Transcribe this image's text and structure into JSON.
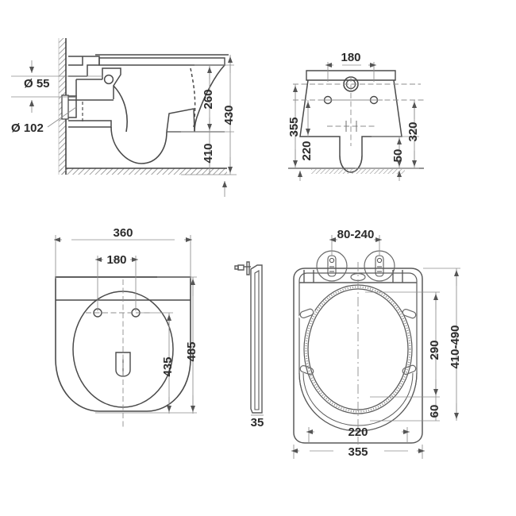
{
  "drawing": {
    "title": "Wall-hung toilet pan and seat technical drawing",
    "background_color": "#ffffff",
    "line_color": "#3a3a3a",
    "dim_line_color": "#6e6e6e",
    "text_color": "#2b2b2b",
    "units": "mm"
  },
  "views": {
    "side_section": {
      "name": "side-section-view",
      "dimensions": {
        "inlet_diameter": "Ø 55",
        "outlet_diameter": "Ø 102",
        "bowl_height": "260",
        "overall_height": "430",
        "floor_to_bowl": "410"
      }
    },
    "rear_elevation": {
      "name": "rear-elevation-view",
      "dimensions": {
        "bolt_spacing": "180",
        "total_height": "355",
        "lower_height": "220",
        "upper_height": "320",
        "base_gap": "50"
      }
    },
    "plan": {
      "name": "plan-view",
      "dimensions": {
        "width": "360",
        "bolt_spacing": "180",
        "overall_length": "485",
        "bowl_length": "435"
      }
    },
    "seat_profile": {
      "name": "seat-side-profile-view",
      "dimensions": {
        "thickness": "35"
      }
    },
    "seat_plan": {
      "name": "seat-plan-view",
      "dimensions": {
        "hinge_spacing": "80-240",
        "opening_length": "290",
        "overall_length": "410-490",
        "rear_offset": "60",
        "opening_width": "220",
        "overall_width": "355"
      }
    }
  }
}
